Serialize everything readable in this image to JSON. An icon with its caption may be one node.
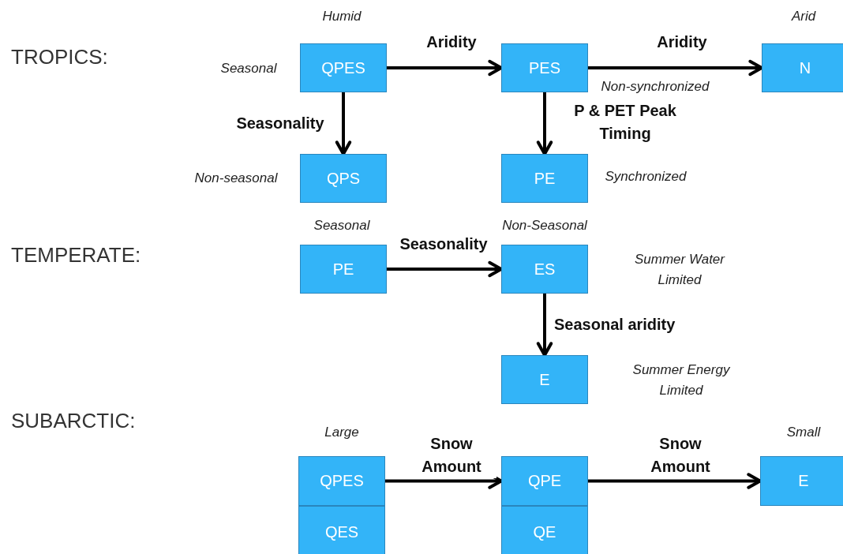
{
  "diagram": {
    "nodes": [
      {
        "text": [
          "QPES"
        ],
        "beside": [
          "Humid",
          "Seasonal"
        ]
      },
      {
        "text": [
          "PES"
        ],
        "beside": [
          "Non-synchronized"
        ]
      },
      {
        "text": [
          "N"
        ],
        "beside": [
          "Arid"
        ]
      },
      {
        "text": [
          "QPS"
        ],
        "beside": [
          "Non-seasonal"
        ]
      },
      {
        "text": [
          "PE"
        ],
        "beside": [
          "Synchronized"
        ]
      },
      {
        "text": [
          "PE"
        ],
        "beside": [
          "Seasonal"
        ]
      },
      {
        "text": [
          "ES"
        ],
        "beside": [
          "Non-Seasonal",
          "Summer Water Limited"
        ]
      },
      {
        "text": [
          "E"
        ],
        "beside": [
          "Summer Energy Limited"
        ]
      },
      {
        "text": [
          "QPES"
        ],
        "beside": [
          "Large"
        ]
      },
      {
        "text": [
          "QES"
        ]
      },
      {
        "text": [
          "QPE"
        ]
      },
      {
        "text": [
          "QE"
        ]
      },
      {
        "text": [
          "E"
        ],
        "beside": [
          "Small"
        ]
      }
    ],
    "edges": [
      {
        "from": 0,
        "to": 1,
        "arrow": "to",
        "label": "Aridity"
      },
      {
        "from": 1,
        "to": 2,
        "arrow": "to",
        "label": "Aridity"
      },
      {
        "from": 0,
        "to": 3,
        "arrow": "to",
        "label": "Seasonality"
      },
      {
        "from": 1,
        "to": 4,
        "arrow": "to",
        "label": "P & PET Peak Timing"
      },
      {
        "from": 5,
        "to": 6,
        "arrow": "to",
        "label": "Seasonality"
      },
      {
        "from": 6,
        "to": 7,
        "arrow": "to",
        "label": "Seasonal aridity"
      },
      {
        "from": 8,
        "to": 10,
        "arrow": "to",
        "label": "Snow Amount"
      },
      {
        "from": 10,
        "to": 12,
        "arrow": "to",
        "label": "Snow Amount"
      }
    ],
    "labels": [
      "TROPICS:",
      "TEMPERATE:",
      "SUBARCTIC:"
    ]
  }
}
